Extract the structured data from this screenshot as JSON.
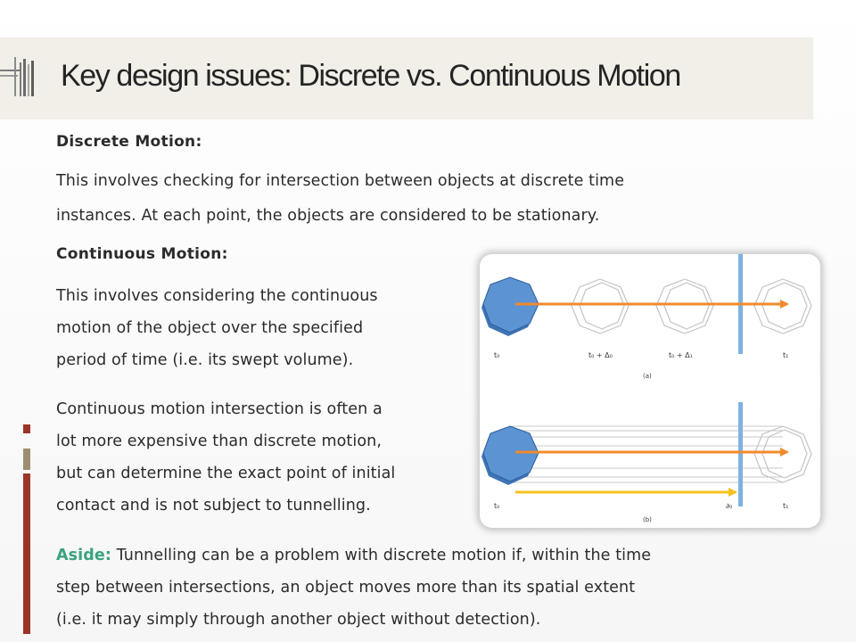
{
  "slide": {
    "title": "Key design issues: Discrete vs. Continuous Motion",
    "discrete": {
      "heading": "Discrete Motion:",
      "body_line1": "This involves checking for intersection between objects at discrete time",
      "body_line2": "instances. At each point, the objects are considered to be stationary."
    },
    "continuous": {
      "heading": "Continuous Motion:",
      "para1_line1": "This involves considering the continuous",
      "para1_line2": "motion of the object over the specified",
      "para1_line3": "period of time (i.e. its swept volume).",
      "para2_line1": "Continuous motion intersection is often a",
      "para2_line2": "lot more expensive than discrete motion,",
      "para2_line3": "but can determine the exact point of initial",
      "para2_line4": "contact and is not subject to tunnelling."
    },
    "aside": {
      "label": "Aside:",
      "line1_rest": " Tunnelling can be a problem with discrete motion if, within the time",
      "line2": "step between intersections, an object moves more than its spatial extent",
      "line3": "(i.e. it may simply through another object without detection)."
    }
  },
  "figure": {
    "panel_a": {
      "caption": "(a)",
      "labels": [
        "t₀",
        "t₀ + Δ₀",
        "t₀ + Δ₁",
        "t₁"
      ]
    },
    "panel_b": {
      "caption": "(b)",
      "labels": [
        "t₀",
        "∂₀",
        "t₁"
      ]
    },
    "colors": {
      "object_fill": "#5b93d3",
      "object_side": "#3f74b5",
      "arrow_orange": "#f08a2c",
      "arrow_yellow": "#f6c21c",
      "barrier": "#7fb2e3",
      "ghost_outline": "#c4c4c4"
    }
  }
}
